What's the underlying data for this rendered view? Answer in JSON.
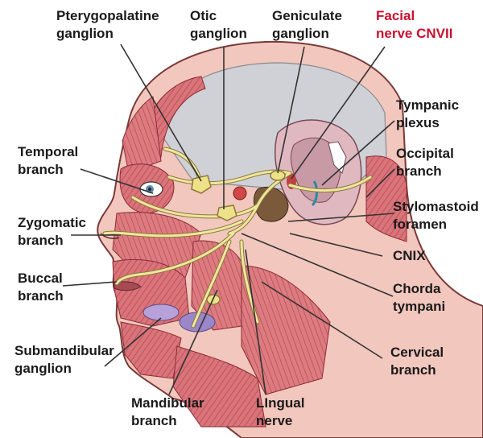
{
  "labels": {
    "pterygopalatine": [
      "Pterygopalatine",
      "ganglion"
    ],
    "otic": [
      "Otic",
      "ganglion"
    ],
    "geniculate": [
      "Geniculate",
      "ganglion"
    ],
    "facial": [
      "Facial",
      "nerve CNVII"
    ],
    "tympanic": [
      "Tympanic",
      "plexus"
    ],
    "occipital": [
      "Occipital",
      "branch"
    ],
    "stylomastoid": [
      "Stylomastoid",
      "foramen"
    ],
    "cnix": [
      "CNIX"
    ],
    "chorda": [
      "Chorda",
      "tympani"
    ],
    "cervical": [
      "Cervical",
      "branch"
    ],
    "lingual": [
      "LIngual",
      "nerve"
    ],
    "mandibular": [
      "Mandibular",
      "branch"
    ],
    "submandibular": [
      "Submandibular",
      "ganglion"
    ],
    "buccal": [
      "Buccal",
      "branch"
    ],
    "zygomatic": [
      "Zygomatic",
      "branch"
    ],
    "temporal": [
      "Temporal",
      "branch"
    ]
  },
  "colors": {
    "muscle": "#d9747a",
    "muscle_dark": "#b94a54",
    "skin": "#f2c7bd",
    "skull": "#cfd1d6",
    "nerve": "#f0e6a0",
    "nerve_outline": "#8a7a3a",
    "ganglion": "#efe08a",
    "leader": "#333333",
    "facial_label": "#c8102e"
  }
}
